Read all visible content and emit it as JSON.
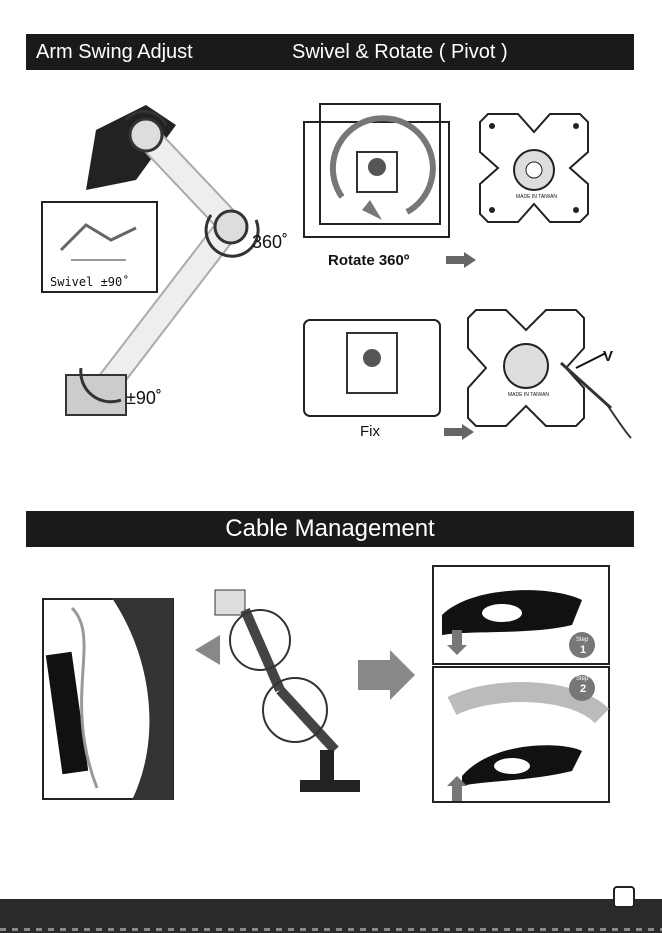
{
  "header_bar": {
    "title_left": "Arm Swing Adjust",
    "title_right": "Swivel  & Rotate ( Pivot )"
  },
  "arm_swing": {
    "swivel_label": "Swivel ±90˚",
    "rotation_label": "360˚",
    "tilt_label": "±90˚"
  },
  "pivot": {
    "rotate_label": "Rotate 360º",
    "fix_label": "Fix",
    "screw_label": "V",
    "plate_text": "MADE IN TAIWAN"
  },
  "cable_bar": {
    "title": "Cable Management"
  },
  "cable_steps": {
    "step1_word": "Step",
    "step1_num": "1",
    "step2_word": "Step",
    "step2_num": "2"
  },
  "colors": {
    "bar": "#1a1a1a",
    "arrow": "#666666"
  }
}
